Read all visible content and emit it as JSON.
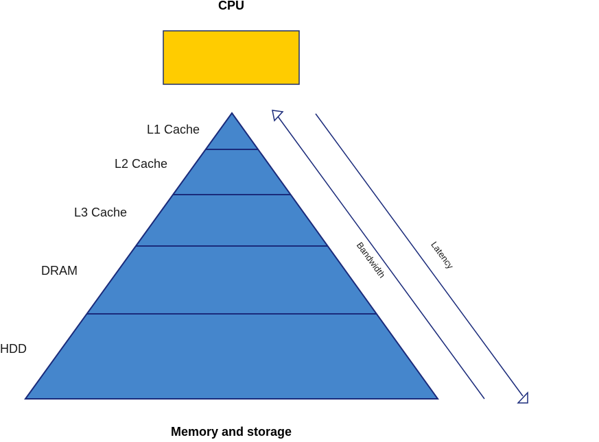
{
  "diagram": {
    "cpu_label": "CPU",
    "caption": "Memory and storage",
    "levels": [
      {
        "label": "L1 Cache"
      },
      {
        "label": "L2 Cache"
      },
      {
        "label": "L3 Cache"
      },
      {
        "label": "DRAM"
      },
      {
        "label": "HDD"
      }
    ],
    "arrows": {
      "bandwidth_label": "Bandwidth",
      "latency_label": "Latency"
    }
  },
  "colors": {
    "cpu_fill": "#FFCC00",
    "cpu_stroke": "#1F2F6B",
    "pyramid_fill": "#4586CC",
    "pyramid_stroke": "#1A2A7A",
    "arrow_stroke": "#1A2A7A"
  }
}
